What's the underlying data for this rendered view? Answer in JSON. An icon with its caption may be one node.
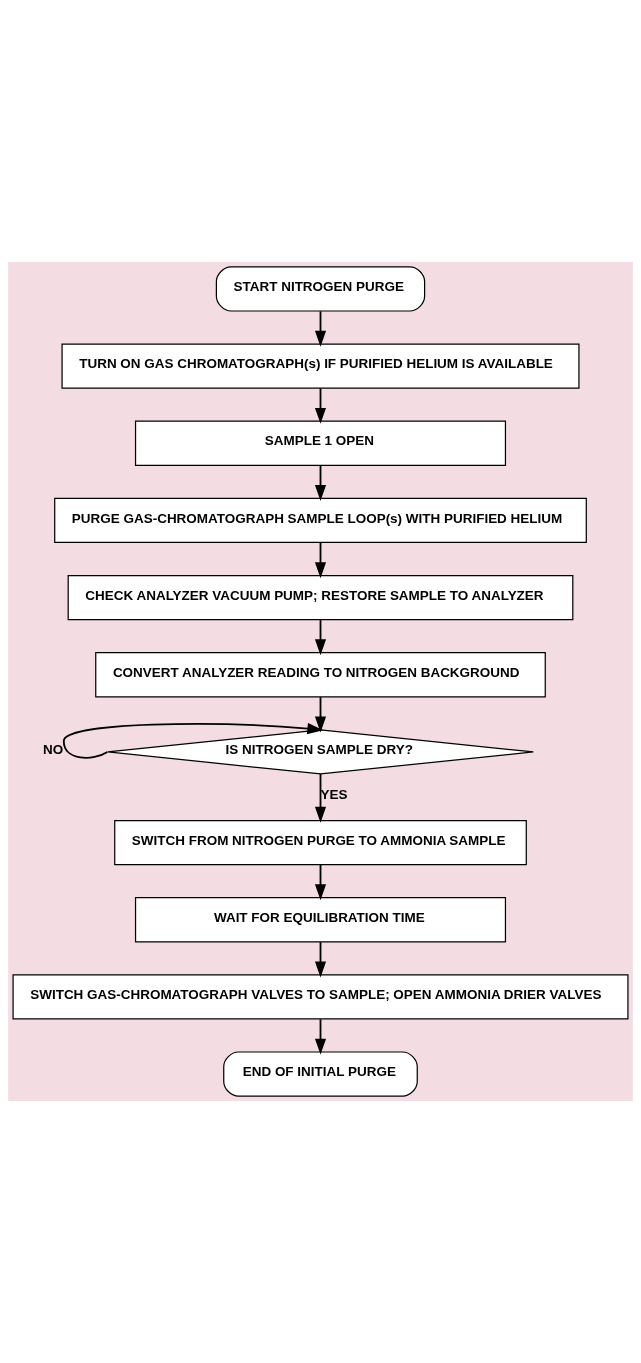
{
  "diagram": {
    "nodes": [
      {
        "text": [
          "START NITROGEN PURGE"
        ]
      },
      {
        "text": [
          "TURN ON GAS CHROMATOGRAPH(s) IF PURIFIED HELIUM IS AVAILABLE"
        ]
      },
      {
        "text": [
          "SAMPLE 1 OPEN"
        ]
      },
      {
        "text": [
          "PURGE GAS-CHROMATOGRAPH SAMPLE LOOP(s) WITH PURIFIED HELIUM"
        ]
      },
      {
        "text": [
          "CHECK ANALYZER VACUUM PUMP; RESTORE SAMPLE TO ANALYZER"
        ]
      },
      {
        "text": [
          "CONVERT ANALYZER READING TO NITROGEN BACKGROUND"
        ]
      },
      {
        "text": [
          "IS NITROGEN SAMPLE DRY?"
        ]
      },
      {
        "text": [
          "SWITCH FROM NITROGEN PURGE TO AMMONIA SAMPLE"
        ]
      },
      {
        "text": [
          "WAIT FOR EQUILIBRATION TIME"
        ]
      },
      {
        "text": [
          "SWITCH GAS-CHROMATOGRAPH VALVES TO SAMPLE; OPEN AMMONIA DRIER VALVES"
        ]
      },
      {
        "text": [
          "END OF INITIAL PURGE"
        ]
      }
    ],
    "edges": [
      {
        "from": 0,
        "to": 1,
        "arrow": "to"
      },
      {
        "from": 1,
        "to": 2,
        "arrow": "to"
      },
      {
        "from": 2,
        "to": 3,
        "arrow": "to"
      },
      {
        "from": 3,
        "to": 4,
        "arrow": "to"
      },
      {
        "from": 4,
        "to": 5,
        "arrow": "to"
      },
      {
        "from": 5,
        "to": 6,
        "arrow": "to"
      },
      {
        "from": 6,
        "to": 6,
        "arrow": "to",
        "label": "NO"
      },
      {
        "from": 6,
        "to": 7,
        "arrow": "to",
        "label": "YES"
      },
      {
        "from": 7,
        "to": 8,
        "arrow": "to"
      },
      {
        "from": 8,
        "to": 9,
        "arrow": "to"
      },
      {
        "from": 9,
        "to": 10,
        "arrow": "to"
      }
    ]
  }
}
